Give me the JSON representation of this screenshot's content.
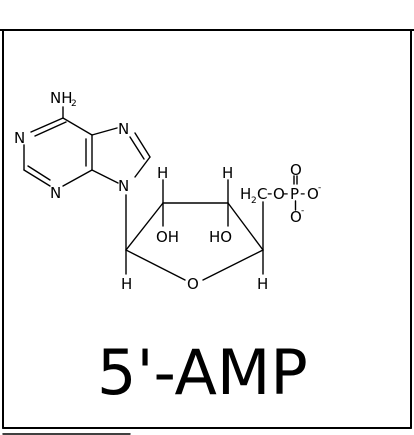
{
  "diagram": {
    "caption": "5'-AMP",
    "atoms": {
      "nh2": "NH",
      "nh2_sub": "2",
      "n1": "N",
      "n3": "N",
      "n7": "N",
      "n9": "N",
      "h1p": "H",
      "h2p": "H",
      "h3p": "H",
      "h4p": "H",
      "oh2": "OH",
      "ho3": "HO",
      "ring_o": "O",
      "h2c_h": "H",
      "h2c_sub": "2",
      "h2c_c": "C",
      "o_link": "O",
      "p": "P",
      "o_top": "O",
      "o_right": "O",
      "o_bottom": "O",
      "charge": "-"
    },
    "colors": {
      "ink": "#000000",
      "background": "#ffffff"
    }
  }
}
